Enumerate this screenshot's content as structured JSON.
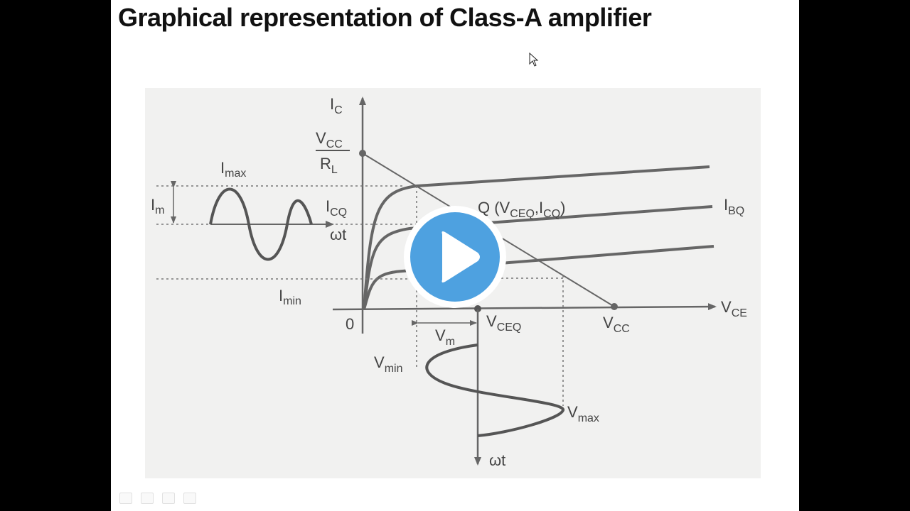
{
  "slide": {
    "title": "Graphical representation of Class-A amplifier"
  },
  "diagram": {
    "labels": {
      "ic": "I",
      "ic_sub": "C",
      "vcc_num": "V",
      "vcc_num_sub": "CC",
      "rl": "R",
      "rl_sub": "L",
      "imax": "I",
      "imax_sub": "max",
      "im": "I",
      "im_sub": "m",
      "icq": "I",
      "icq_sub": "CQ",
      "wt_left": "ωt",
      "imin": "I",
      "imin_sub": "min",
      "zero": "0",
      "q_point": "Q (V",
      "q_sub1": "CEQ",
      "q_comma": ",I",
      "q_sub2": "CQ",
      "q_close": ")",
      "ibq": "I",
      "ibq_sub": "BQ",
      "vce": "V",
      "vce_sub": "CE",
      "vceq": "V",
      "vceq_sub": "CEQ",
      "vcc_axis": "V",
      "vcc_axis_sub": "CC",
      "vm": "V",
      "vm_sub": "m",
      "vmin": "V",
      "vmin_sub": "min",
      "vmax": "V",
      "vmax_sub": "max",
      "wt_bottom": "ωt"
    }
  },
  "controls": {
    "play_icon": "play-icon",
    "play_color": "#4ea1e0"
  }
}
